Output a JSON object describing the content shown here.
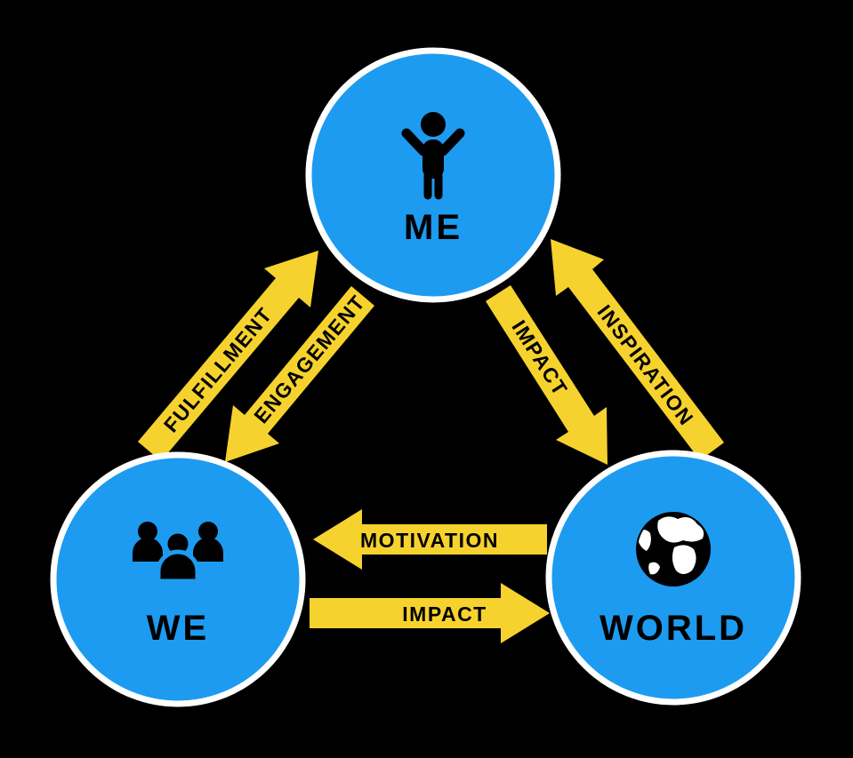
{
  "diagram": {
    "title": "ME / WE / WORLD relationship diagram",
    "colors": {
      "background": "#000000",
      "node_fill": "#1D9BF0",
      "node_stroke": "#FFFFFF",
      "arrow_fill": "#F6D22E",
      "label_text": "#000000"
    },
    "nodes": [
      {
        "id": "me",
        "label": "ME",
        "icon": "person-arms-up-icon"
      },
      {
        "id": "we",
        "label": "WE",
        "icon": "people-group-icon"
      },
      {
        "id": "world",
        "label": "WORLD",
        "icon": "globe-icon"
      }
    ],
    "arrows": [
      {
        "label": "FULFILLMENT",
        "from": "WE",
        "to": "ME"
      },
      {
        "label": "ENGAGEMENT",
        "from": "ME",
        "to": "WE"
      },
      {
        "label": "IMPACT",
        "from": "ME",
        "to": "WORLD"
      },
      {
        "label": "INSPIRATION",
        "from": "WORLD",
        "to": "ME"
      },
      {
        "label": "MOTIVATION",
        "from": "WORLD",
        "to": "WE"
      },
      {
        "label": "IMPACT",
        "from": "WE",
        "to": "WORLD"
      }
    ]
  }
}
